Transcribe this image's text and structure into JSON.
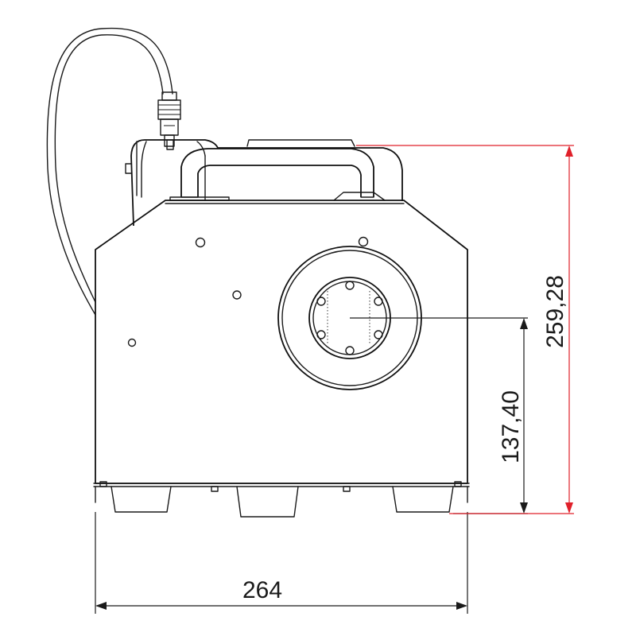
{
  "dimensions": {
    "width_label": "264",
    "axis_height_label": "137,40",
    "total_height_label": "259,28"
  },
  "colors": {
    "line": "#1a1a1a",
    "highlight_dimension": "#e0202a",
    "background": "#ffffff"
  }
}
